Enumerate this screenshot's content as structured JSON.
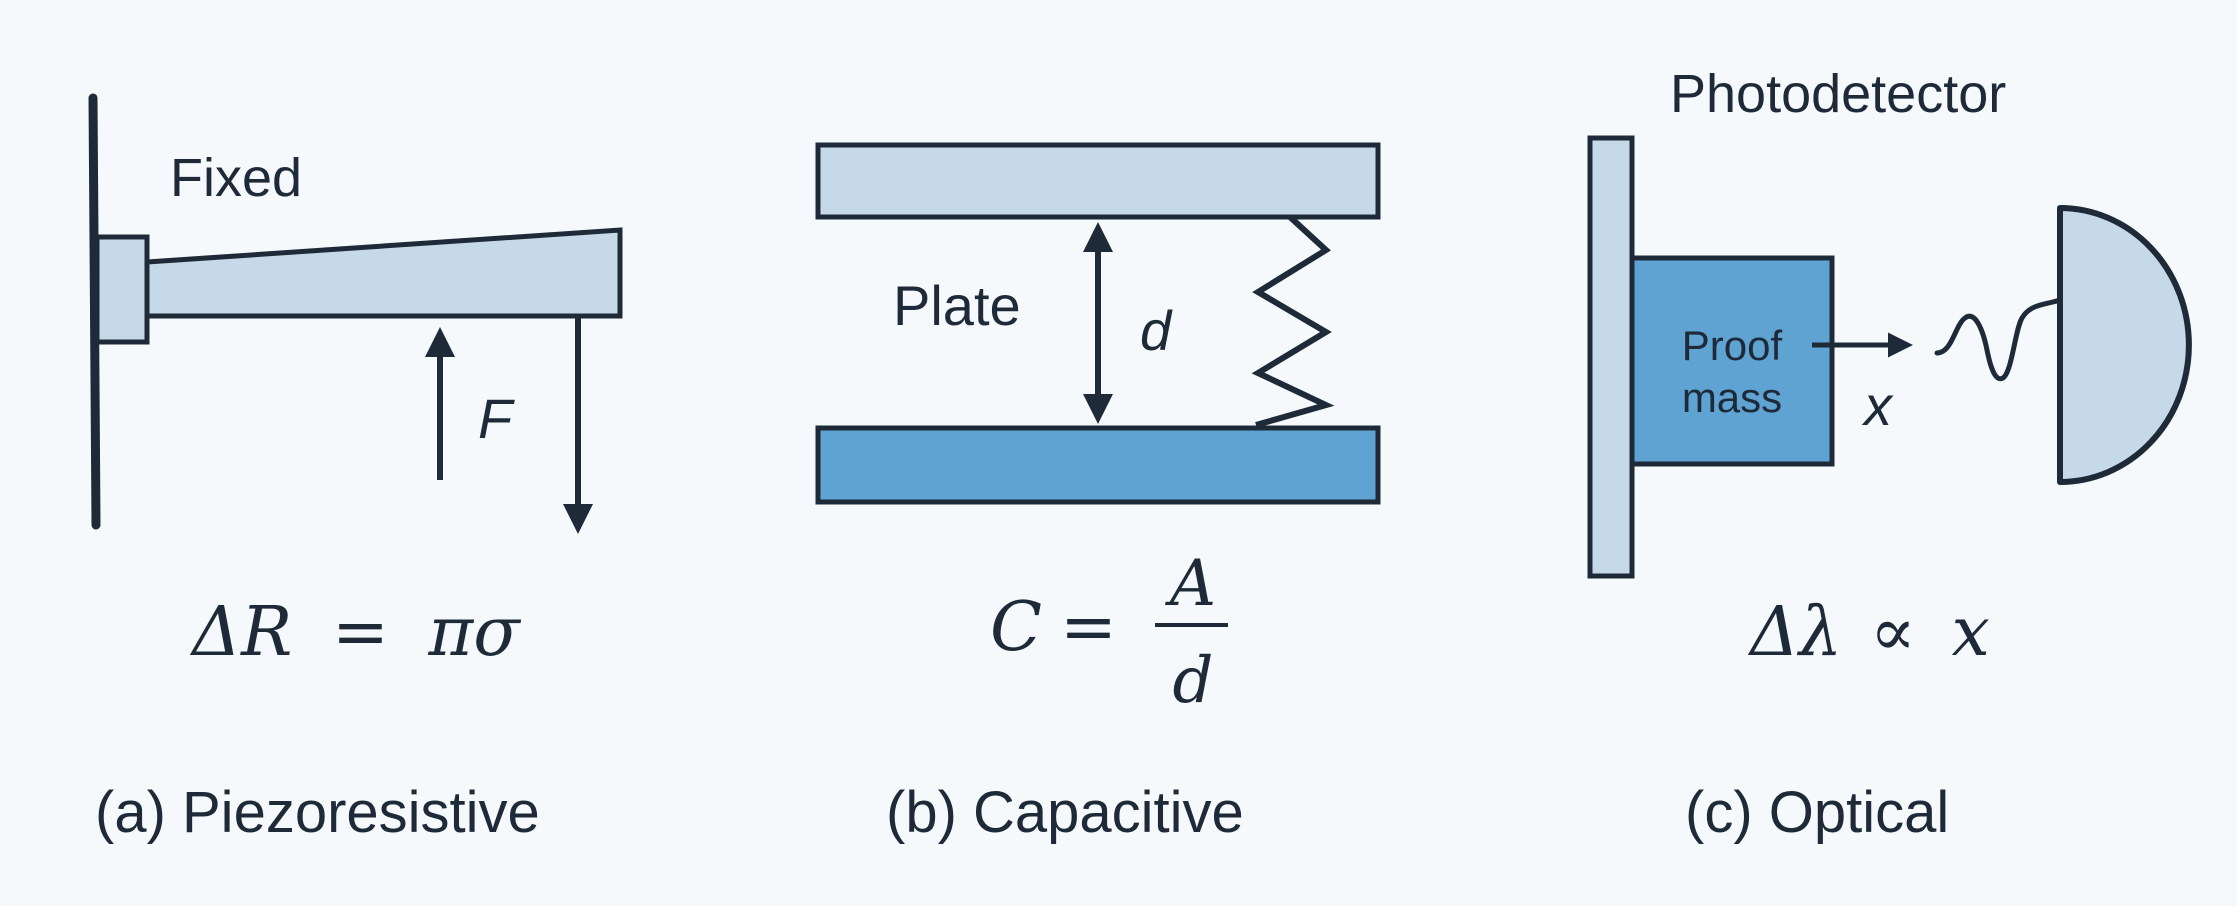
{
  "colors": {
    "background": "#f5f9fc",
    "stroke": "#1e2a38",
    "light_fill": "#c5d9e8",
    "dark_fill": "#5fa3d3"
  },
  "panel_a": {
    "label_fixed": "Fixed",
    "label_force": "F",
    "equation": {
      "lhs": "ΔR",
      "eq": "=",
      "rhs": "πσ"
    },
    "caption": "(a) Piezoresistive"
  },
  "panel_b": {
    "label_plate": "Plate",
    "label_gap": "d",
    "equation": {
      "lhs": "C",
      "eq": "=",
      "numerator": "A",
      "denominator": "d"
    },
    "caption": "(b) Capacitive"
  },
  "panel_c": {
    "label_detector": "Photodetector",
    "label_mass_line1": "Proof",
    "label_mass_line2": "mass",
    "label_displacement": "x",
    "equation": {
      "lhs": "Δλ",
      "rel": "∝",
      "rhs": "x"
    },
    "caption": "(c) Optical"
  }
}
